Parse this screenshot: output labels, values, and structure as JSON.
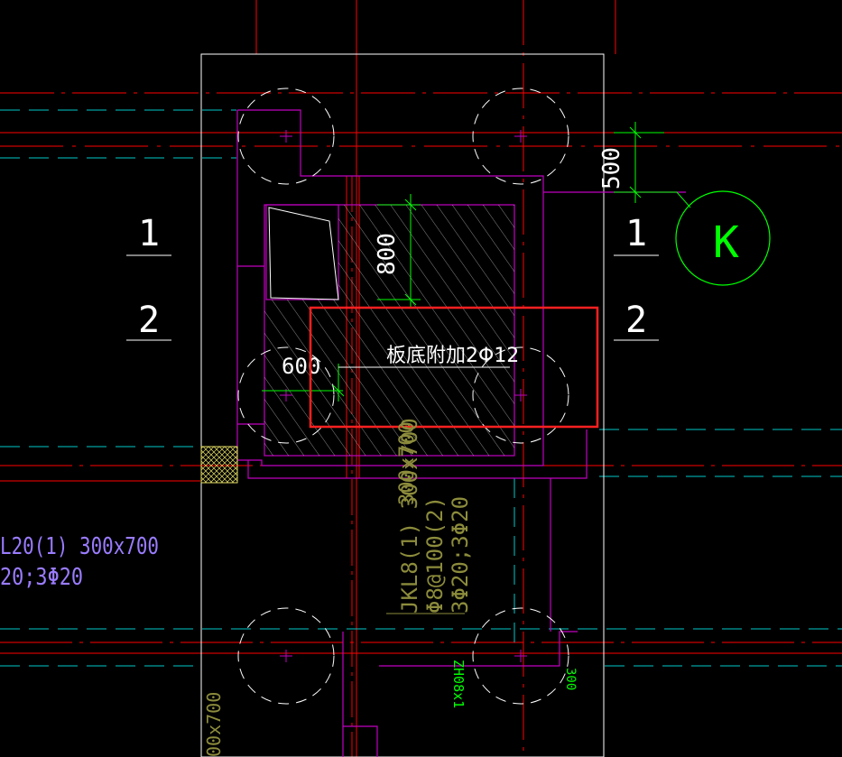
{
  "drawing": {
    "colors": {
      "background": "#000000",
      "grid_axis": "#ff0000",
      "hidden_line": "#00c8c8",
      "outline": "#ffffff",
      "beam": "#c000c0",
      "dimension": "#00ff00",
      "highlight": "#ff0000",
      "hatch": "#ffffff",
      "label_beam": "#9a7cff",
      "label_olive": "#8c8c3c"
    },
    "section_marks": [
      {
        "top": "1",
        "bottom": "2"
      },
      {
        "top": "1",
        "bottom": "2"
      }
    ],
    "axis_label": "K",
    "dims": {
      "d500": "500",
      "d800": "800",
      "d600": "600",
      "d300": "300"
    },
    "slab_note": "板底附加2Φ12",
    "beam_left_line1": "L20(1) 300x700",
    "beam_left_line2": "20;3Φ20",
    "beam_jkl_line1": "JKL8(1) 300x700",
    "beam_jkl_line2": "Φ8@100(2)",
    "beam_jkl_line3": "3Φ20;3Φ20",
    "beam_jkl_vert_top": "300x700",
    "column_tag": "ZH08x1",
    "bottom_left_vert": "00x700"
  }
}
